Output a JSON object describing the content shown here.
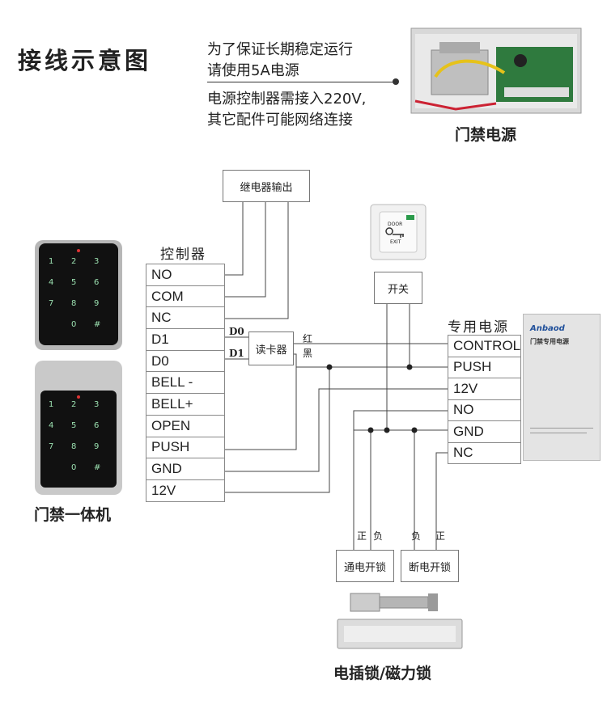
{
  "title": "接线示意图",
  "notes": [
    "为了保证长期稳定运行",
    "请使用5A电源",
    "电源控制器需接入220V,",
    "其它配件可能网络连接"
  ],
  "captions": {
    "power_supply": "门禁电源",
    "keypad": "门禁一体机",
    "lock": "电插锁/磁力锁"
  },
  "controller": {
    "label": "控制器",
    "pins": [
      "NO",
      "COM",
      "NC",
      "D1",
      "D0",
      "BELL -",
      "BELL+",
      "OPEN",
      "PUSH",
      "GND",
      "12V"
    ]
  },
  "power_unit": {
    "label": "专用电源",
    "pins": [
      "CONTROL",
      "PUSH",
      "12V",
      "NO",
      "GND",
      "NC"
    ]
  },
  "boxes": {
    "relay_out": "继电器输出",
    "reader": "读卡器",
    "switch": "开关",
    "lock_on": "通电开锁",
    "lock_off": "断电开锁"
  },
  "wire_labels": {
    "d0": "D0",
    "d1": "D1",
    "red": "红",
    "black": "黑",
    "pos1": "正",
    "neg1": "负",
    "neg2": "负",
    "pos2": "正"
  },
  "exit_button": {
    "top": "DOOR",
    "bottom": "EXIT"
  },
  "psu_brand": "Anbaod",
  "psu_sub": "门禁专用电源",
  "keypad_keys": [
    "1",
    "2",
    "3",
    "4",
    "5",
    "6",
    "7",
    "8",
    "9",
    "",
    "0",
    "#"
  ]
}
